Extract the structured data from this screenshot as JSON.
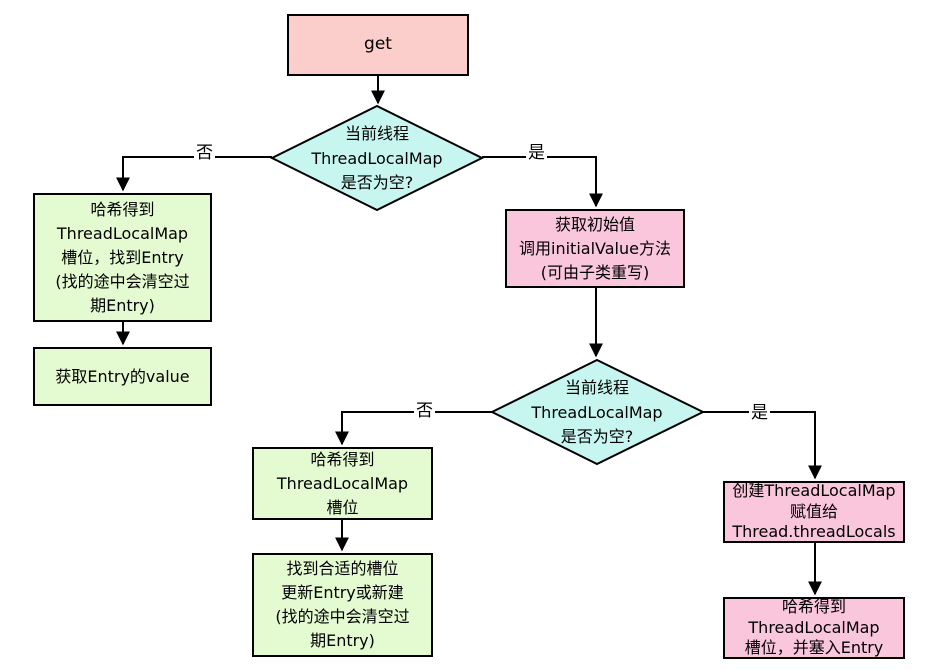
{
  "diagram": {
    "type": "flowchart",
    "nodes": {
      "start": {
        "label": "get"
      },
      "decision_map_empty_1": {
        "label": "当前线程\nThreadLocalMap\n是否为空?"
      },
      "hash_find_entry": {
        "label": "哈希得到\nThreadLocalMap\n槽位，找到Entry\n(找的途中会清空过\n期Entry)"
      },
      "get_entry_value": {
        "label": "获取Entry的value"
      },
      "get_initial_value": {
        "label": "获取初始值\n调用initialValue方法\n(可由子类重写)"
      },
      "decision_map_empty_2": {
        "label": "当前线程\nThreadLocalMap\n是否为空?"
      },
      "hash_get_slot": {
        "label": "哈希得到\nThreadLocalMap\n槽位"
      },
      "find_slot_update_entry": {
        "label": "找到合适的槽位\n更新Entry或新建\n(找的途中会清空过\n期Entry)"
      },
      "create_map_assign": {
        "label": "创建ThreadLocalMap\n赋值给\nThread.threadLocals"
      },
      "hash_slot_insert_entry": {
        "label": "哈希得到\nThreadLocalMap\n槽位，并塞入Entry"
      }
    },
    "edge_labels": {
      "decision1_no": "否",
      "decision1_yes": "是",
      "decision2_no": "否",
      "decision2_yes": "是"
    },
    "colors": {
      "start_fill": "#fbcdcb",
      "decision_fill": "#c7f6f1",
      "process_green_fill": "#e4fad0",
      "process_pink_fill": "#f9c6dc",
      "border": "#000000",
      "line": "#000000",
      "background": "#ffffff"
    }
  }
}
